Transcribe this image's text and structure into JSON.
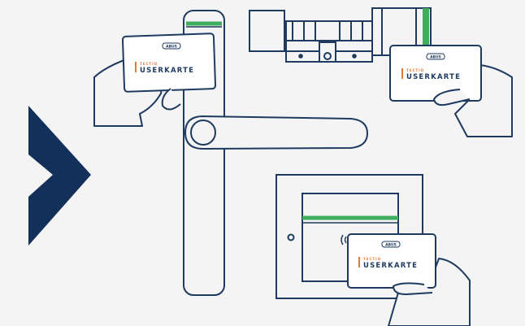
{
  "colors": {
    "navy": "#12305a",
    "line": "#1e3a5f",
    "accent_green": "#3dae5c",
    "card_orange": "#e07a3a",
    "background": "#f4f4f4"
  },
  "icons": {
    "chevron": "chevron-right-icon",
    "handle": "door-handle-icon",
    "cylinder": "lock-cylinder-icon",
    "wall_reader": "wall-reader-icon",
    "hand": "hand-icon",
    "nfc": "nfc-wave-icon"
  },
  "cards": [
    {
      "brand": "ABUS",
      "series": "TECTIQ",
      "label": "USERKARTE"
    },
    {
      "brand": "ABUS",
      "series": "TECTIQ",
      "label": "USERKARTE"
    },
    {
      "brand": "ABUS",
      "series": "TECTIQ",
      "label": "USERKARTE"
    }
  ]
}
